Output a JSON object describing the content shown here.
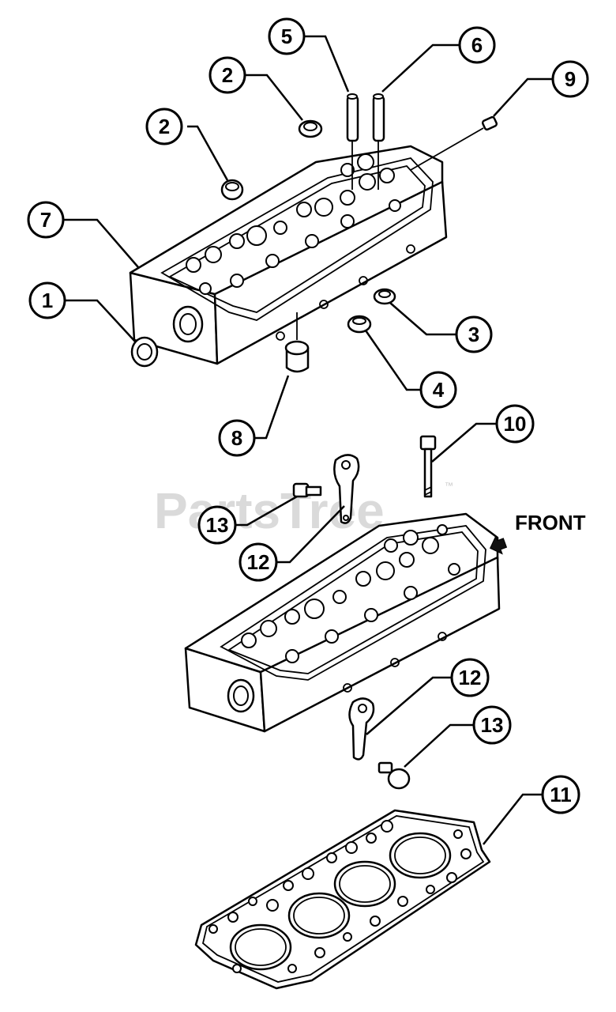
{
  "watermark": {
    "text": "PartsTree",
    "tm": "™"
  },
  "front_label": "FRONT",
  "callouts": {
    "c1": "1",
    "c2a": "2",
    "c2b": "2",
    "c3": "3",
    "c4": "4",
    "c5": "5",
    "c6": "6",
    "c7": "7",
    "c8": "8",
    "c9": "9",
    "c10": "10",
    "c11": "11",
    "c12a": "12",
    "c12b": "12",
    "c13a": "13",
    "c13b": "13"
  }
}
